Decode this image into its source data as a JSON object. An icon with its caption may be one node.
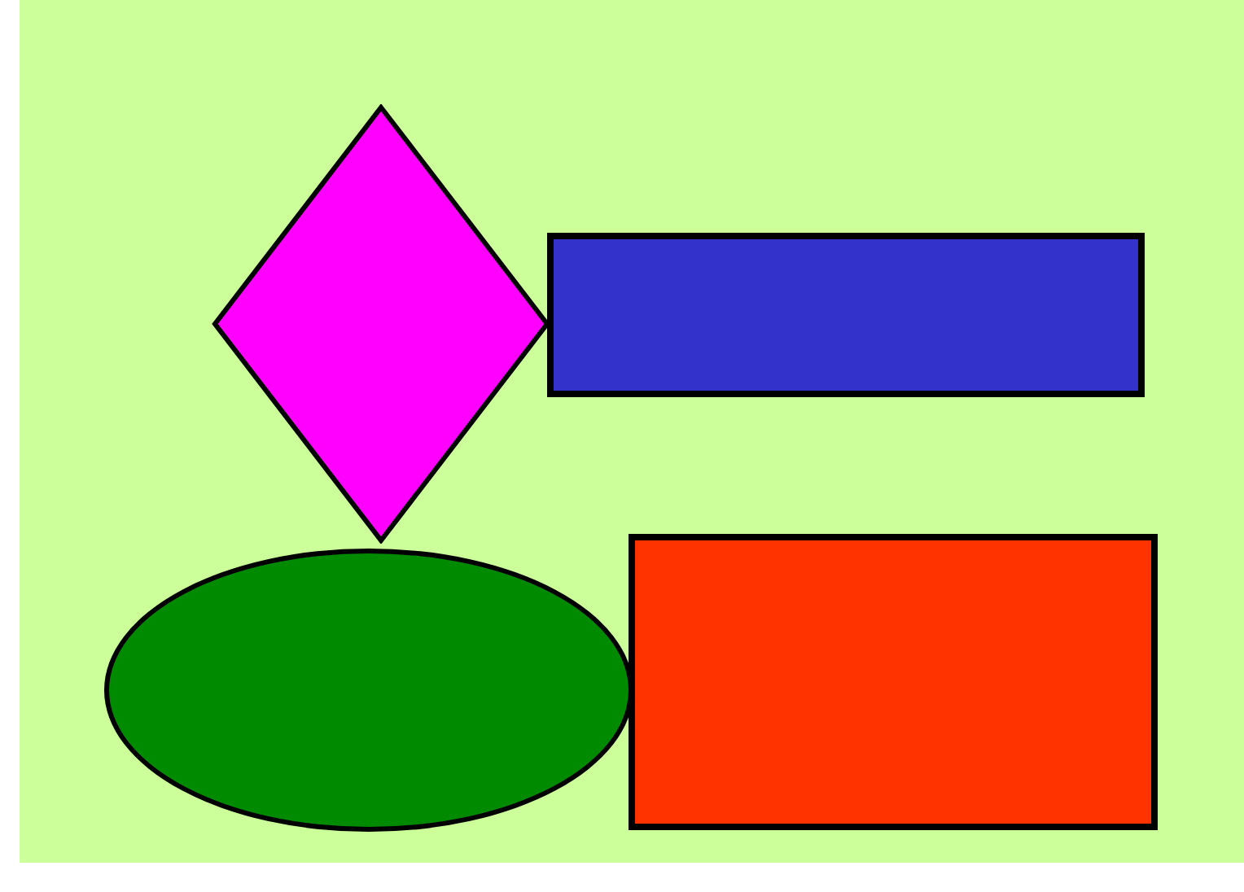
{
  "diagram": {
    "nodes": [
      {
        "text": [],
        "shape": "diamond"
      },
      {
        "text": [],
        "shape": "box"
      },
      {
        "text": [],
        "shape": "circle"
      },
      {
        "text": [],
        "shape": "box"
      }
    ]
  }
}
